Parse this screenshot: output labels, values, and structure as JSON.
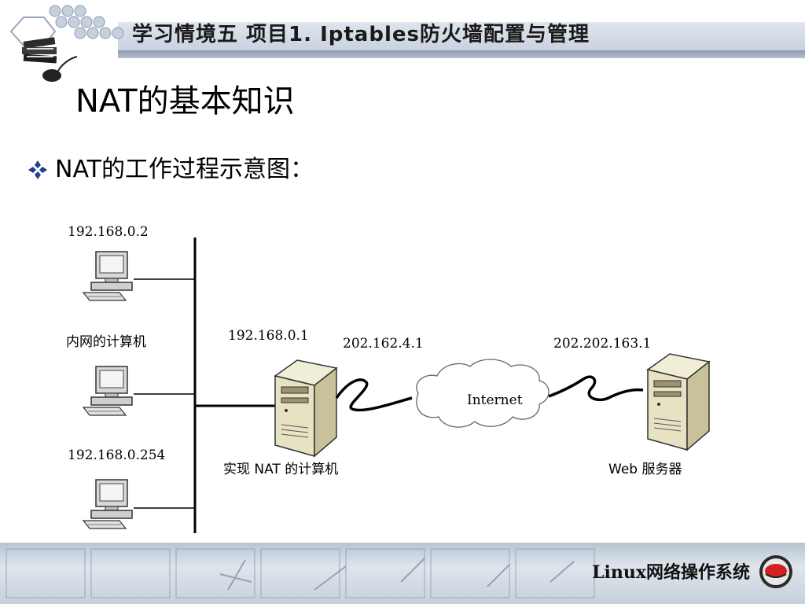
{
  "header": {
    "title": "学习情境五  项目1.  Iptables防火墙配置与管理"
  },
  "slide": {
    "title": "NAT的基本知识",
    "bullet": "NAT的工作过程示意图："
  },
  "diagram": {
    "host1_ip": "192.168.0.2",
    "host_group_label": "内网的计算机",
    "host3_ip": "192.168.0.254",
    "nat_inner_ip": "192.168.0.1",
    "nat_outer_ip": "202.162.4.1",
    "cloud_label": "Internet",
    "server_ip": "202.202.163.1",
    "nat_label": "实现 NAT 的计算机",
    "server_label": "Web 服务器"
  },
  "footer": {
    "text": "Linux网络操作系统"
  },
  "colors": {
    "header_stripe": "#c9d2df",
    "footer_band": "#c6cfdb",
    "logo_red": "#d42020"
  }
}
